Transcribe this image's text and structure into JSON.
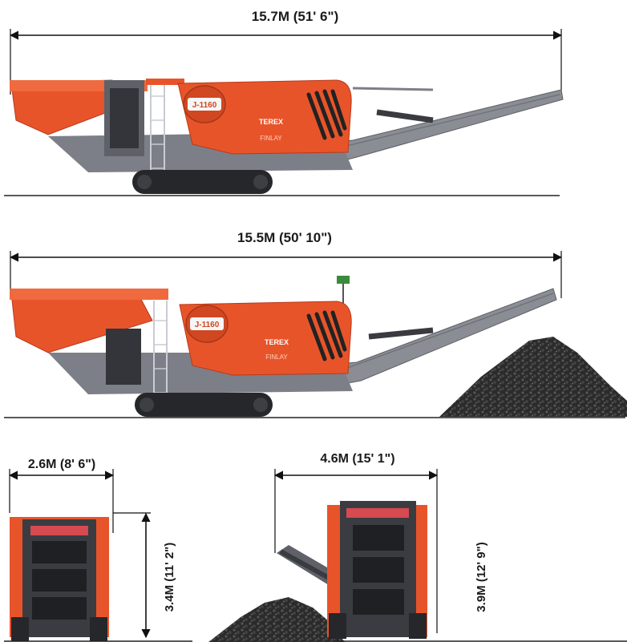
{
  "views": {
    "side_transport": {
      "length_label": "15.7M (51' 6\")"
    },
    "side_working": {
      "length_label": "15.5M  (50' 10\")"
    },
    "rear_transport": {
      "width_label": "2.6M (8' 6\")",
      "height_label": "3.4M  (11' 2\")"
    },
    "rear_working": {
      "width_label": "4.6M  (15' 1\")",
      "height_label": "3.9M (12' 9\")"
    }
  },
  "machine": {
    "model_badge": "J-1160",
    "brand": "TEREX",
    "sub_brand": "FINLAY",
    "colors": {
      "body": "#e8542a",
      "body_dark": "#b8391a",
      "chassis": "#7c7f87",
      "track": "#26272b",
      "stockpile": "#2b2b2b"
    }
  }
}
